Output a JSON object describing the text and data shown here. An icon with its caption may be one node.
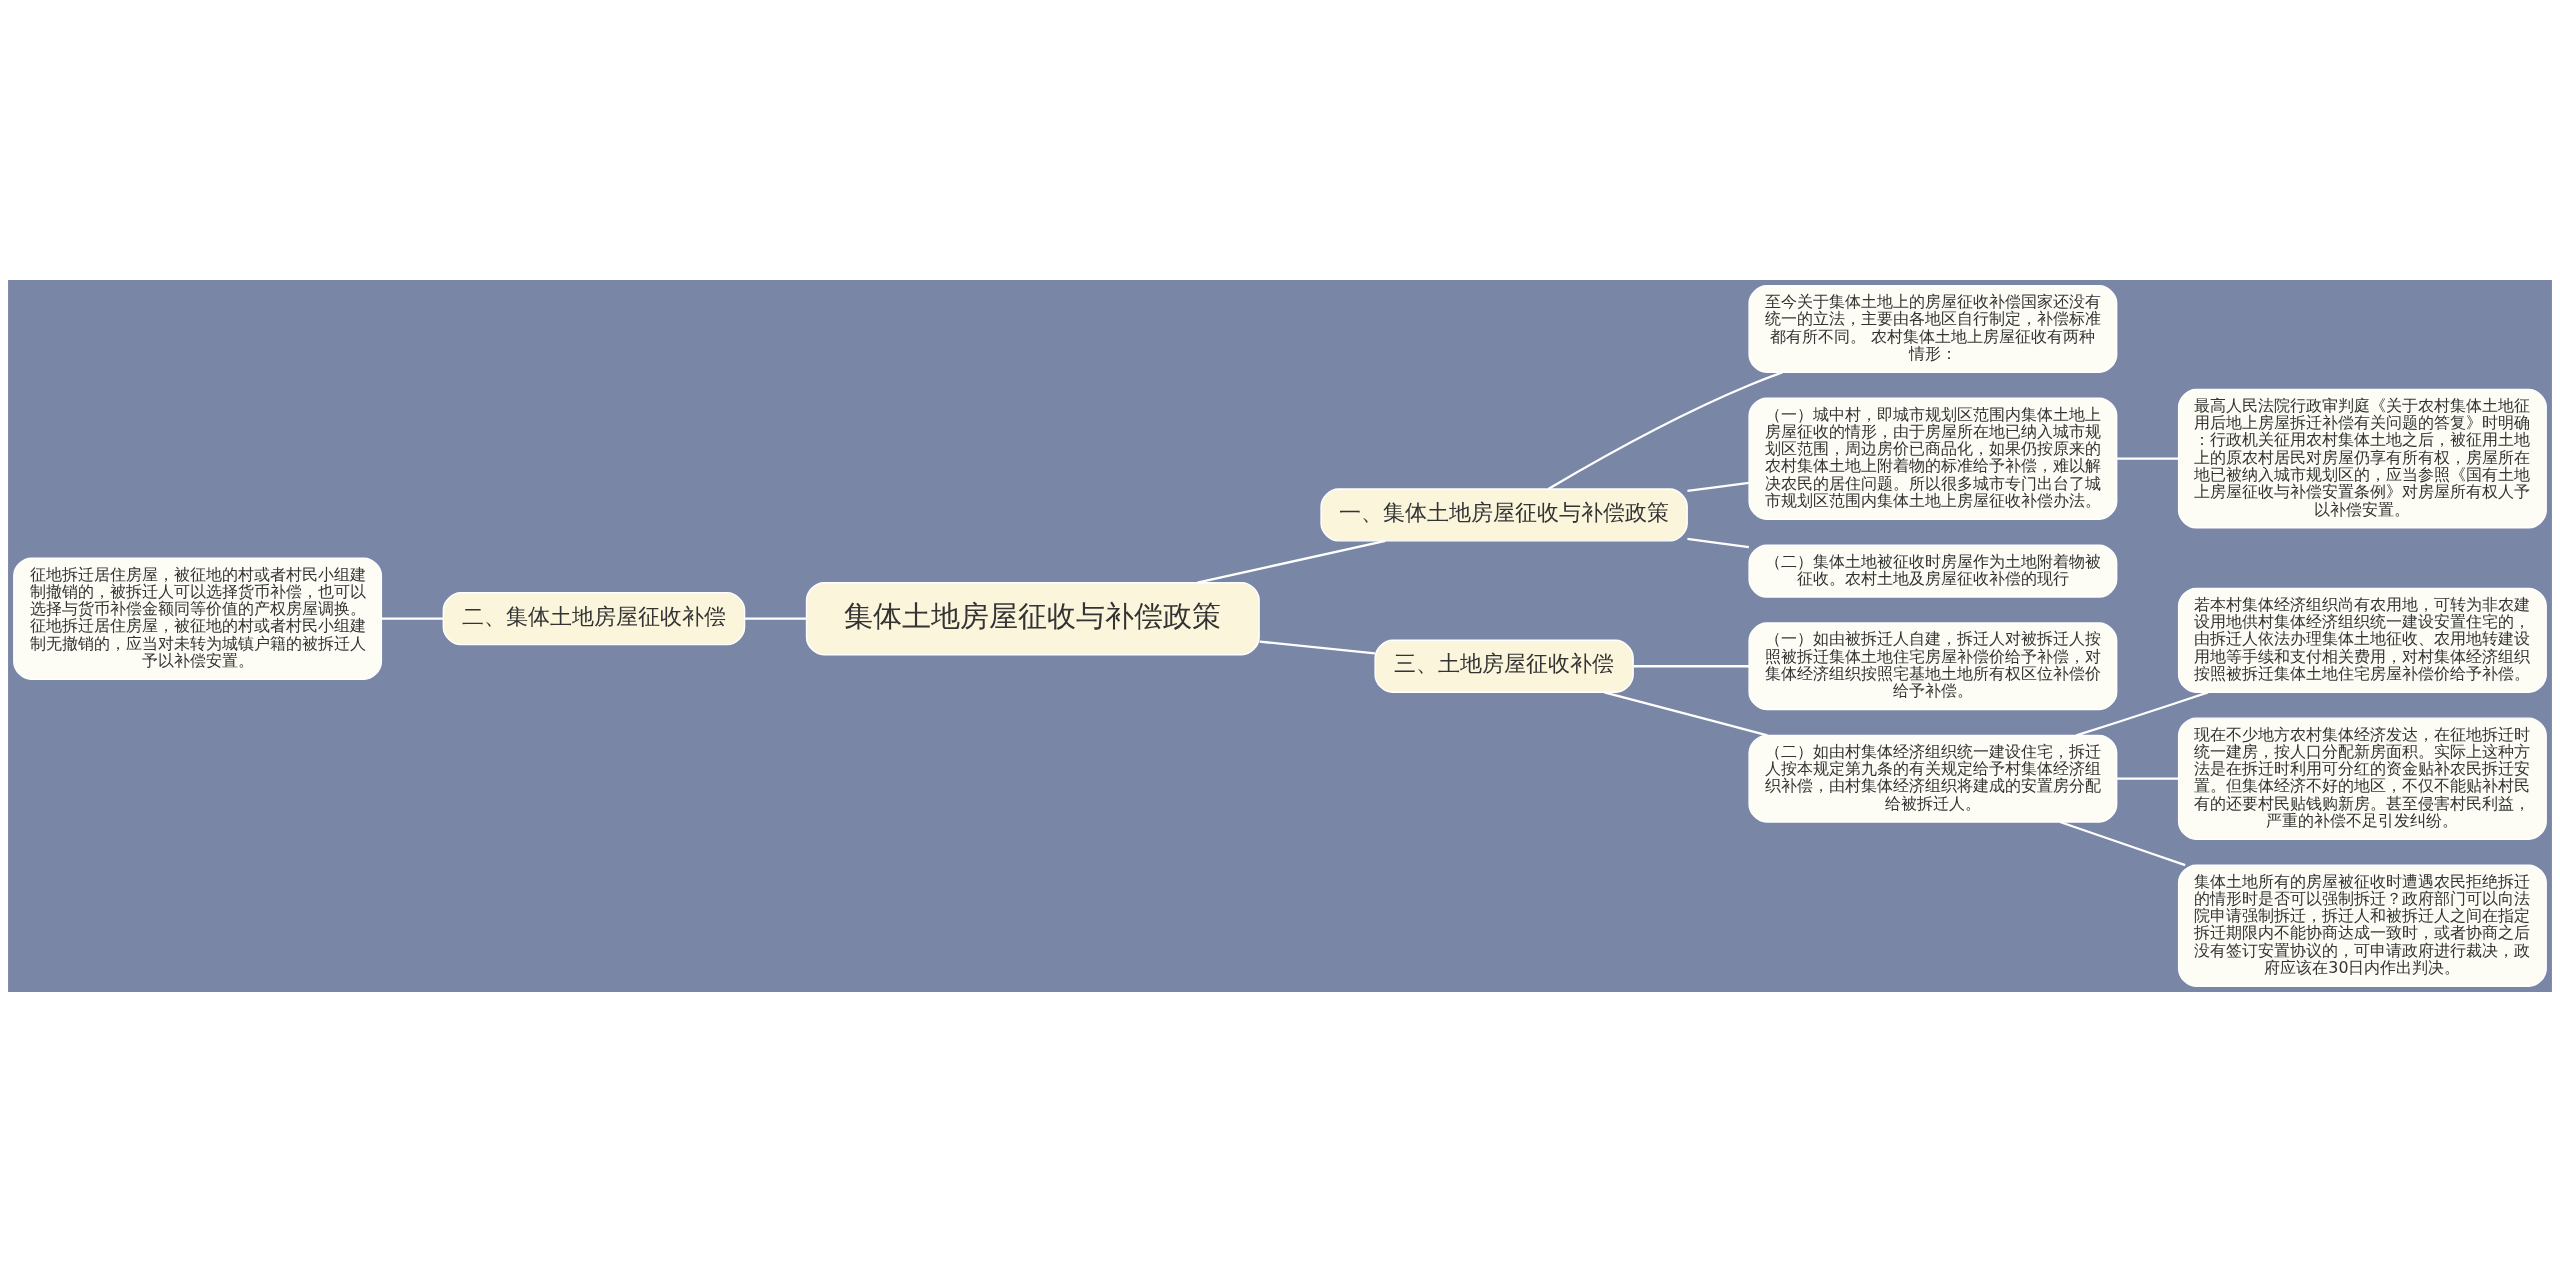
{
  "diagram": {
    "nodes": [
      {
        "text": [
          "集体土地房屋征收与补偿政策"
        ]
      },
      {
        "text": [
          "一、集体土地房屋征收与补偿政策"
        ]
      },
      {
        "text": [
          "至今关于集体土地上的房屋征收补偿国家还没有统一的立法，主要由各地区自行制定，补偿标准都有所不同。 农村集体土地上房屋征收有两种情形："
        ]
      },
      {
        "text": [
          "（一）城中村，即城市规划区范围内集体土地上房屋征收的情形，由于房屋所在地已纳入城市规划区范围，周边房价已商品化，如果仍按原来的农村集体土地上附着物的标准给予补偿，难以解决农民的居住问题。所以很多城市专门出台了城市规划区范围内集体土地上房屋征收补偿办法。"
        ]
      },
      {
        "text": [
          "最高人民法院行政审判庭《关于农村集体土地征用后地上房屋拆迁补偿有关问题的答复》时明确：行政机关征用农村集体土地之后，被征用土地上的原农村居民对房屋仍享有所有权，房屋所在地已被纳入城市规划区的，应当参照《国有土地上房屋征收与补偿安置条例》对房屋所有权人予以补偿安置。"
        ]
      },
      {
        "text": [
          "（二）集体土地被征收时房屋作为土地附着物被征收。农村土地及房屋征收补偿的现行"
        ]
      },
      {
        "text": [
          "二、集体土地房屋征收补偿"
        ]
      },
      {
        "text": [
          "征地拆迁居住房屋，被征地的村或者村民小组建制撤销的，被拆迁人可以选择货币补偿，也可以选择与货币补偿金额同等价值的产权房屋调换。征地拆迁居住房屋，被征地的村或者村民小组建制无撤销的，应当对未转为城镇户籍的被拆迁人予以补偿安置。"
        ]
      },
      {
        "text": [
          "三、土地房屋征收补偿"
        ]
      },
      {
        "text": [
          "（一）如由被拆迁人自建，拆迁人对被拆迁人按照被拆迁集体土地住宅房屋补偿价给予补偿，对集体经济组织按照宅基地土地所有权区位补偿价给予补偿。"
        ]
      },
      {
        "text": [
          "（二）如由村集体经济组织统一建设住宅，拆迁人按本规定第九条的有关规定给予村集体经济组织补偿，由村集体经济组织将建成的安置房分配给被拆迁人。"
        ]
      },
      {
        "text": [
          "若本村集体经济组织尚有农用地，可转为非农建设用地供村集体经济组织统一建设安置住宅的，由拆迁人依法办理集体土地征收、农用地转建设用地等手续和支付相关费用，对村集体经济组织按照被拆迁集体土地住宅房屋补偿价给予补偿。"
        ]
      },
      {
        "text": [
          "现在不少地方农村集体经济发达，在征地拆迁时统一建房，按人口分配新房面积。实际上这种方法是在拆迁时利用可分红的资金贴补农民拆迁安置。但集体经济不好的地区，不仅不能贴补村民有的还要村民贴钱购新房。甚至侵害村民利益，严重的补偿不足引发纠纷。"
        ]
      },
      {
        "text": [
          "集体土地所有的房屋被征收时遭遇农民拒绝拆迁的情形时是否可以强制拆迁？政府部门可以向法院申请强制拆迁，拆迁人和被拆迁人之间在指定拆迁期限内不能协商达成一致时，或者协商之后没有签订安置协议的，可申请政府进行裁决，政府应该在30日内作出判决。"
        ]
      }
    ],
    "edges": [
      {
        "from": 0,
        "to": 1,
        "arrow": "none"
      },
      {
        "from": 1,
        "to": 2,
        "arrow": "none"
      },
      {
        "from": 1,
        "to": 3,
        "arrow": "none"
      },
      {
        "from": 3,
        "to": 4,
        "arrow": "none"
      },
      {
        "from": 1,
        "to": 5,
        "arrow": "none"
      },
      {
        "from": 0,
        "to": 6,
        "arrow": "none"
      },
      {
        "from": 6,
        "to": 7,
        "arrow": "none"
      },
      {
        "from": 0,
        "to": 8,
        "arrow": "none"
      },
      {
        "from": 8,
        "to": 9,
        "arrow": "none"
      },
      {
        "from": 8,
        "to": 10,
        "arrow": "none"
      },
      {
        "from": 10,
        "to": 11,
        "arrow": "none"
      },
      {
        "from": 10,
        "to": 12,
        "arrow": "none"
      },
      {
        "from": 10,
        "to": 13,
        "arrow": "none"
      }
    ]
  }
}
